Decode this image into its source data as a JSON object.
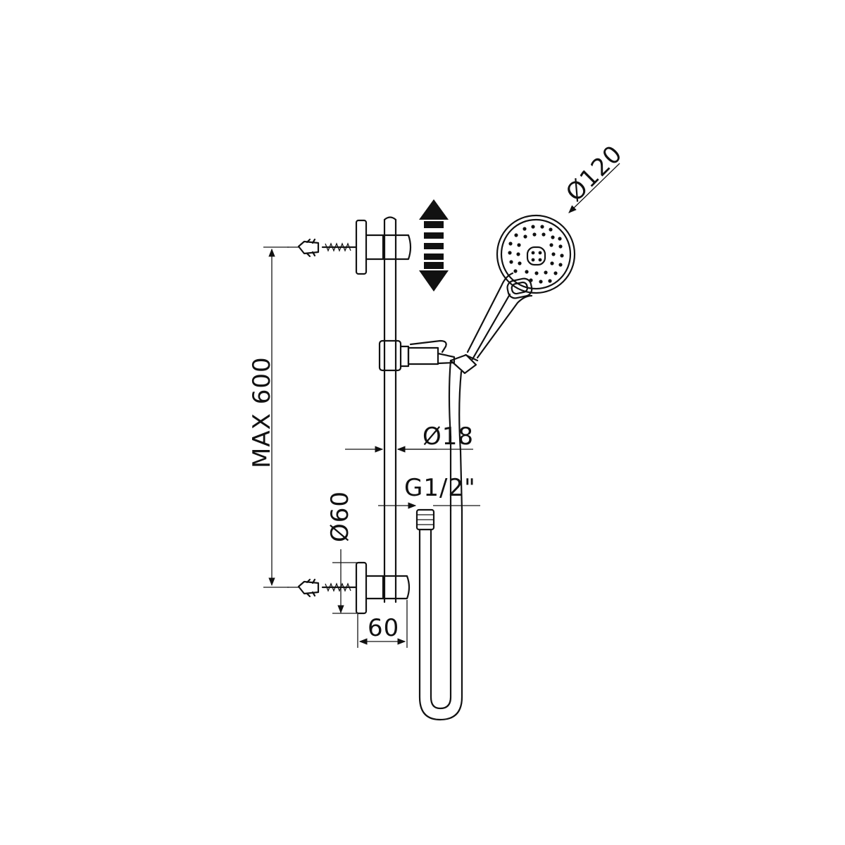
{
  "diagram": {
    "subject": "shower slide rail kit with hand shower and hose",
    "dimensions": {
      "head_diameter": "Ø120",
      "rail_height": "MAX 600",
      "rail_diameter": "Ø18",
      "hose_connection": "G1/2\"",
      "bracket_diameter": "Ø60",
      "wall_projection": "60"
    },
    "symbols": {
      "height_adjust": "double-arrow-up-down-icon"
    },
    "colors": {
      "line": "#111111",
      "background": "#ffffff"
    }
  }
}
